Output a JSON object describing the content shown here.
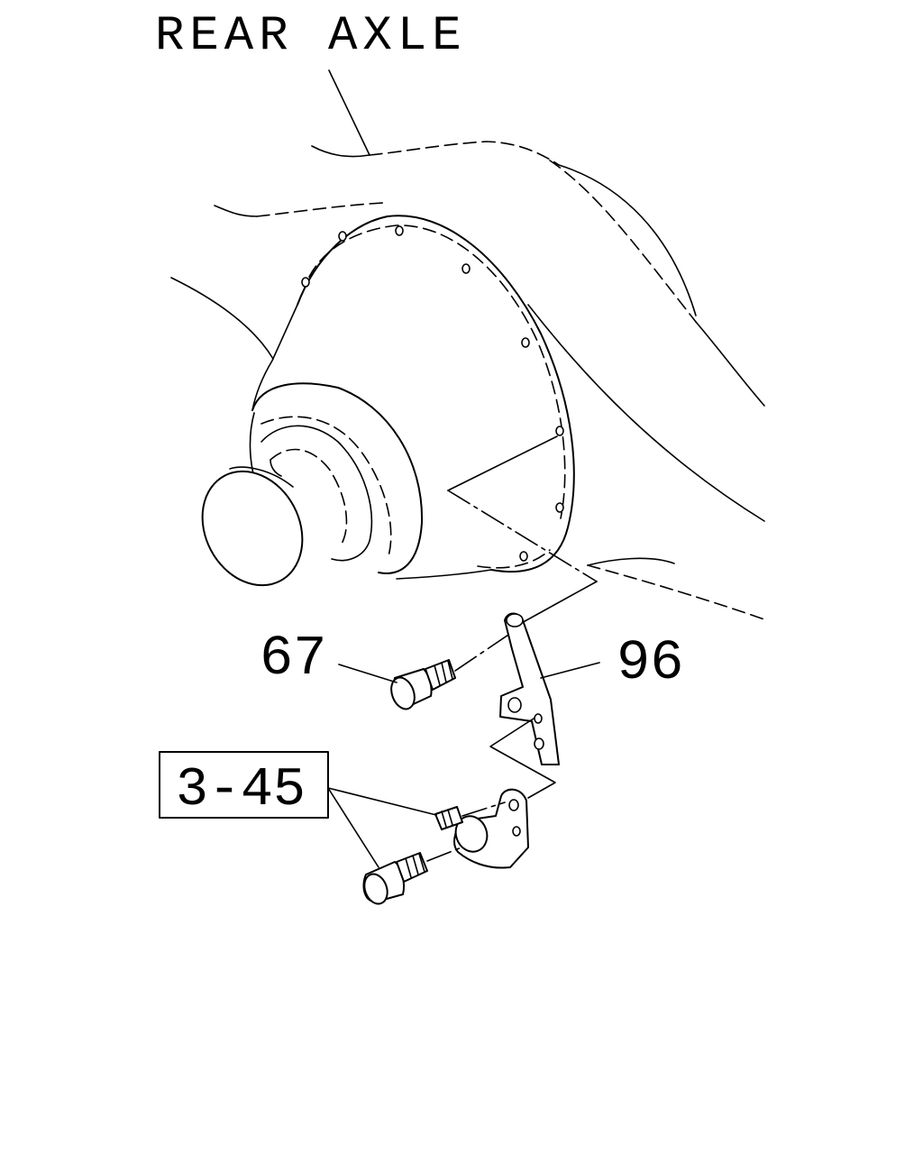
{
  "title": "REAR AXLE",
  "callouts": {
    "bolt": "67",
    "bracket": "96",
    "reference": "3-45"
  }
}
